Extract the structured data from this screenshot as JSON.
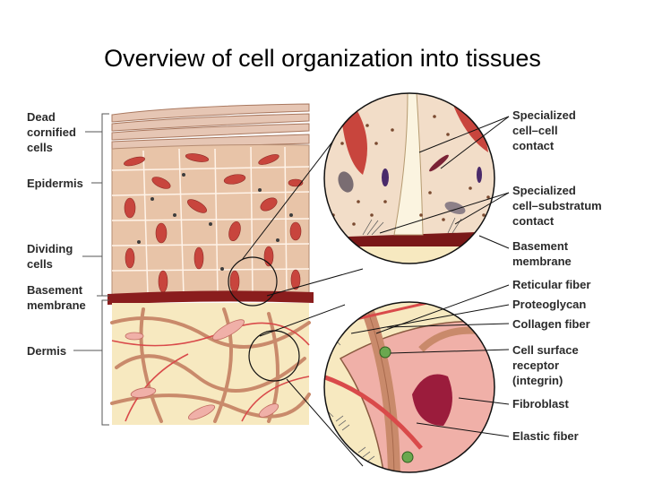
{
  "title": "Overview of cell organization into tissues",
  "left_labels": {
    "dead_cornified": [
      "Dead",
      "cornified",
      "cells"
    ],
    "epidermis": [
      "Epidermis"
    ],
    "dividing": [
      "Dividing",
      "cells"
    ],
    "basement": [
      "Basement",
      "membrane"
    ],
    "dermis": [
      "Dermis"
    ]
  },
  "right_labels": {
    "cell_cell": [
      "Specialized",
      "cell–cell",
      "contact"
    ],
    "cell_substratum": [
      "Specialized",
      "cell–substratum",
      "contact"
    ],
    "basement": [
      "Basement",
      "membrane"
    ],
    "reticular": [
      "Reticular fiber"
    ],
    "proteoglycan": [
      "Proteoglycan"
    ],
    "collagen": [
      "Collagen fiber"
    ],
    "receptor": [
      "Cell surface",
      "receptor",
      "(integrin)"
    ],
    "fibroblast": [
      "Fibroblast"
    ],
    "elastic": [
      "Elastic fiber"
    ]
  },
  "colors": {
    "epidermis": "#e8c4a8",
    "cell_nucleus": "#c8453d",
    "basement": "#8a1d1d",
    "dermis": "#f7e9c0",
    "collagen": "#c98a6b",
    "elastic": "#d94a4a",
    "fibroblast": "#f0b0a8",
    "fibroblast_nucleus": "#9b1c3c"
  }
}
